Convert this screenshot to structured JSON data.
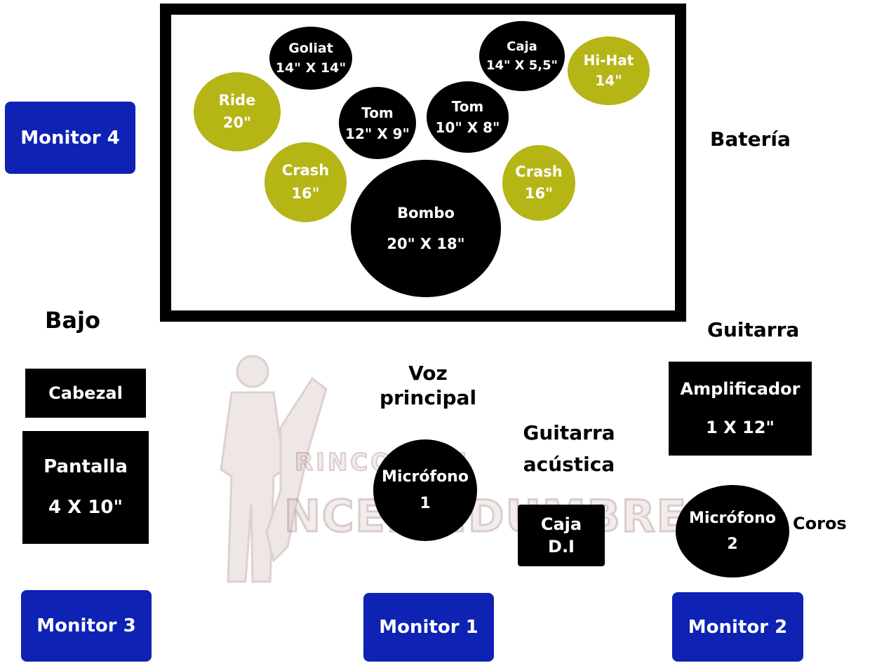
{
  "drum_kit": {
    "title": "Batería",
    "goliat": {
      "name": "Goliat",
      "size": "14\" X 14\""
    },
    "caja": {
      "name": "Caja",
      "size": "14\" X 5,5\""
    },
    "hihat": {
      "name": "Hi-Hat",
      "size": "14\""
    },
    "ride": {
      "name": "Ride",
      "size": "20\""
    },
    "tom1": {
      "name": "Tom",
      "size": "12\" X 9\""
    },
    "tom2": {
      "name": "Tom",
      "size": "10\" X 8\""
    },
    "crash_left": {
      "name": "Crash",
      "size": "16\""
    },
    "crash_right": {
      "name": "Crash",
      "size": "16\""
    },
    "bombo": {
      "name": "Bombo",
      "size": "20\" X 18\""
    }
  },
  "bass": {
    "title": "Bajo",
    "head": "Cabezal",
    "cabinet": {
      "name": "Pantalla",
      "size": "4 X 10\""
    }
  },
  "guitar": {
    "title": "Guitarra",
    "amp": {
      "name": "Amplificador",
      "size": "1 X 12\""
    }
  },
  "lead_vocal": {
    "title_line1": "Voz",
    "title_line2": "principal",
    "mic": {
      "name": "Micrófono",
      "number": "1"
    }
  },
  "acoustic_guitar": {
    "title_line1": "Guitarra",
    "title_line2": "acústica",
    "di": {
      "line1": "Caja",
      "line2": "D.I"
    }
  },
  "backing_vocals": {
    "title": "Coros",
    "mic": {
      "name": "Micrófono",
      "number": "2"
    }
  },
  "monitors": {
    "m1": "Monitor 1",
    "m2": "Monitor 2",
    "m3": "Monitor 3",
    "m4": "Monitor 4"
  },
  "watermark": {
    "line1": "RINCON DE",
    "line2": "NCERTIDUMBRE"
  },
  "colors": {
    "drum_shell": "#000000",
    "cymbal": "#b5b516",
    "monitor": "#0e22b4",
    "equipment": "#000000"
  }
}
